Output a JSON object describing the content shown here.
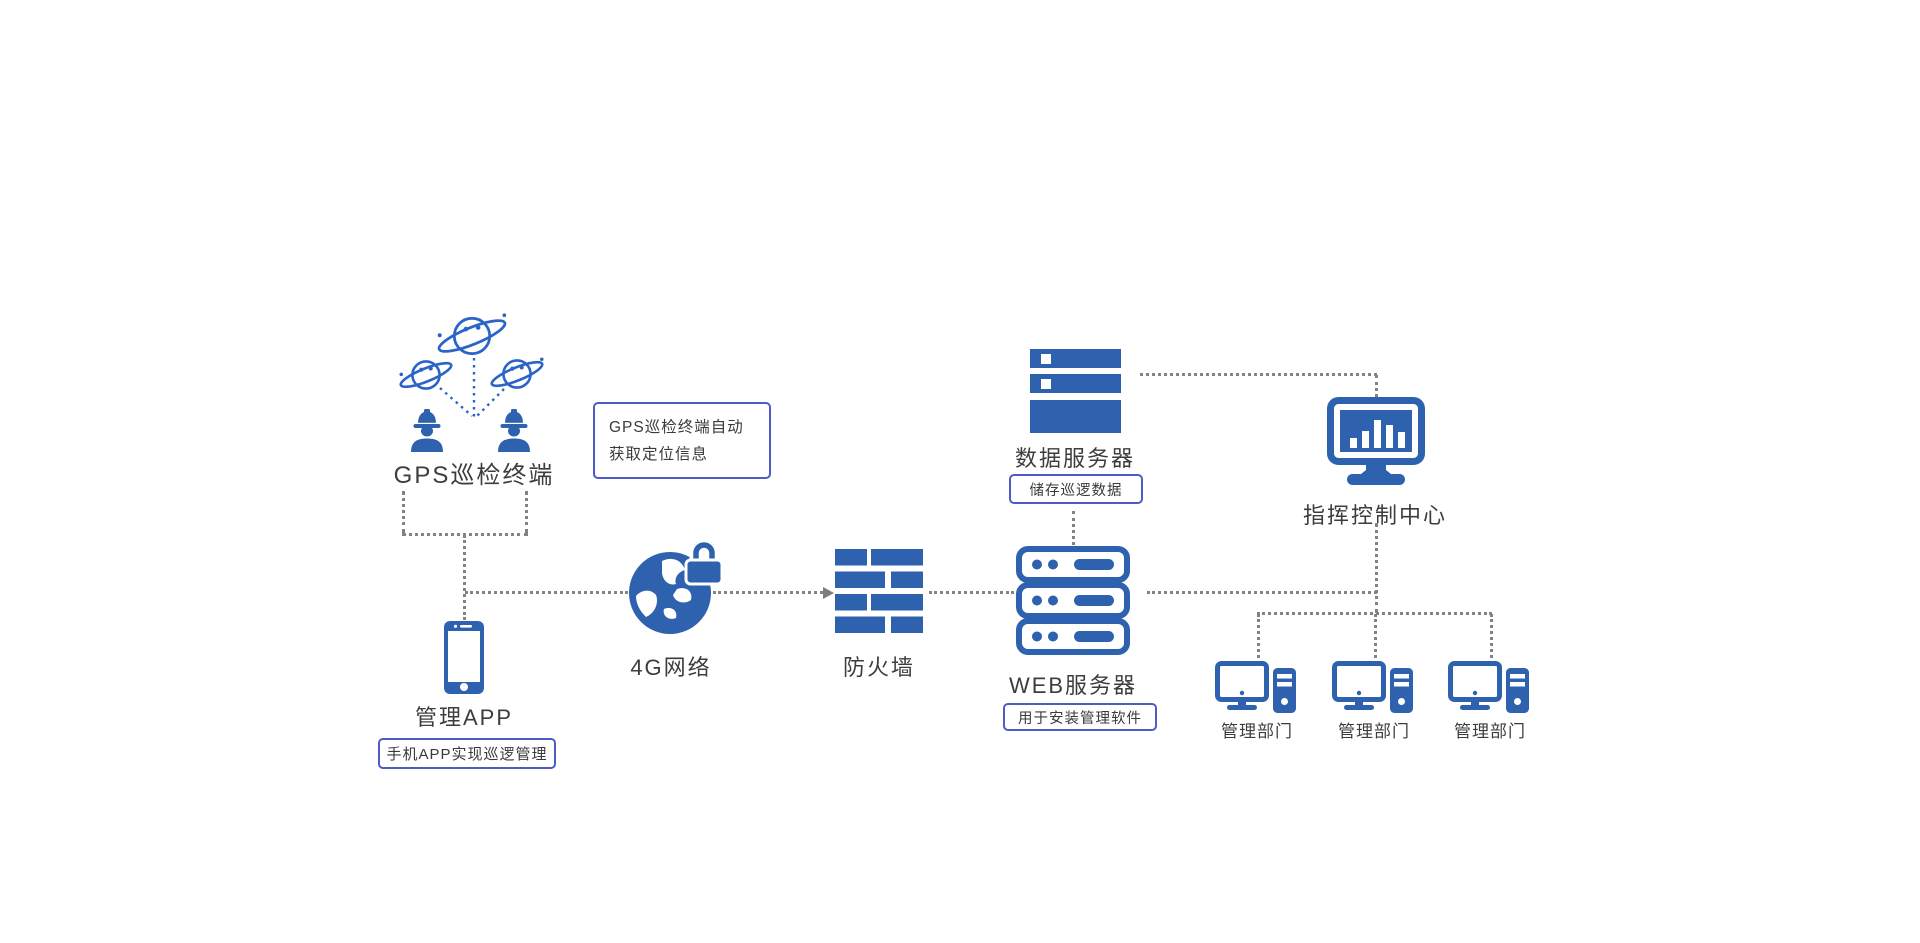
{
  "colors": {
    "icon_blue": "#2E62AE",
    "satellite_blue": "#2B64C8",
    "connector_gray": "#838383",
    "note_border_blue": "#4D5BC6",
    "label_text": "#3D3D3D"
  },
  "nodes": {
    "gps_terminal": "GPS巡检终端",
    "app": "管理APP",
    "network": "4G网络",
    "firewall": "防火墙",
    "web_server": "WEB服务器",
    "data_server": "数据服务器",
    "command_center": "指挥控制中心",
    "departments": [
      "管理部门",
      "管理部门",
      "管理部门"
    ]
  },
  "annotations": {
    "gps_note_line1": "GPS巡检终端自动",
    "gps_note_line2": "获取定位信息",
    "app_note": "手机APP实现巡逻管理",
    "data_note": "储存巡逻数据",
    "web_note": "用于安装管理软件"
  }
}
